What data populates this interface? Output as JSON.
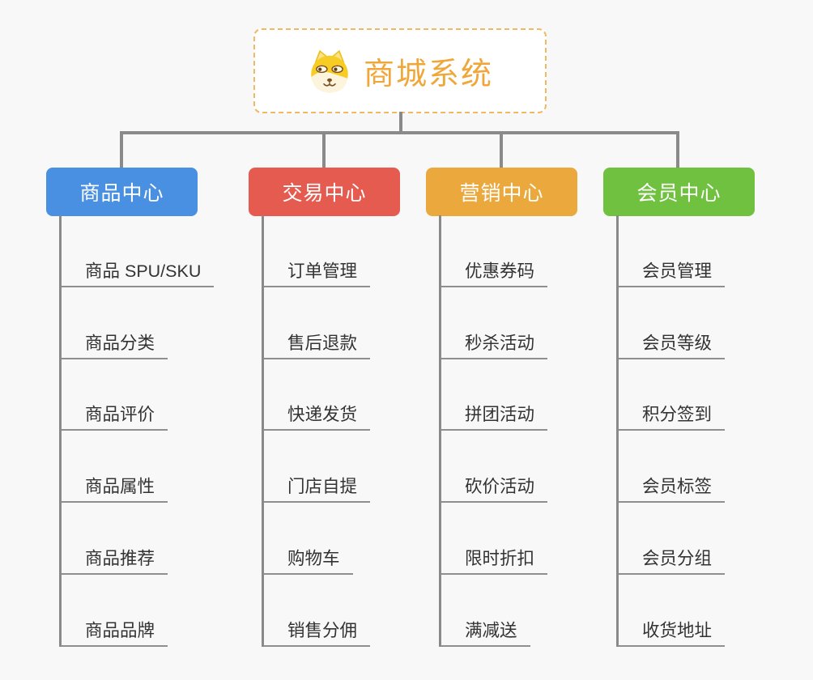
{
  "root": {
    "title": "商城系统",
    "icon": "doge-icon",
    "title_color": "#F0A73A",
    "border_color": "#EFB95F"
  },
  "line_color": "#8A8A8A",
  "background_color": "#F8F8F8",
  "branches": [
    {
      "label": "商品中心",
      "color": "#4A90E2",
      "items": [
        "商品 SPU/SKU",
        "商品分类",
        "商品评价",
        "商品属性",
        "商品推荐",
        "商品品牌"
      ]
    },
    {
      "label": "交易中心",
      "color": "#E65B50",
      "items": [
        "订单管理",
        "售后退款",
        "快递发货",
        "门店自提",
        "购物车",
        "销售分佣"
      ]
    },
    {
      "label": "营销中心",
      "color": "#EBA83C",
      "items": [
        "优惠券码",
        "秒杀活动",
        "拼团活动",
        "砍价活动",
        "限时折扣",
        "满减送"
      ]
    },
    {
      "label": "会员中心",
      "color": "#6FC13F",
      "items": [
        "会员管理",
        "会员等级",
        "积分签到",
        "会员标签",
        "会员分组",
        "收货地址"
      ]
    }
  ]
}
